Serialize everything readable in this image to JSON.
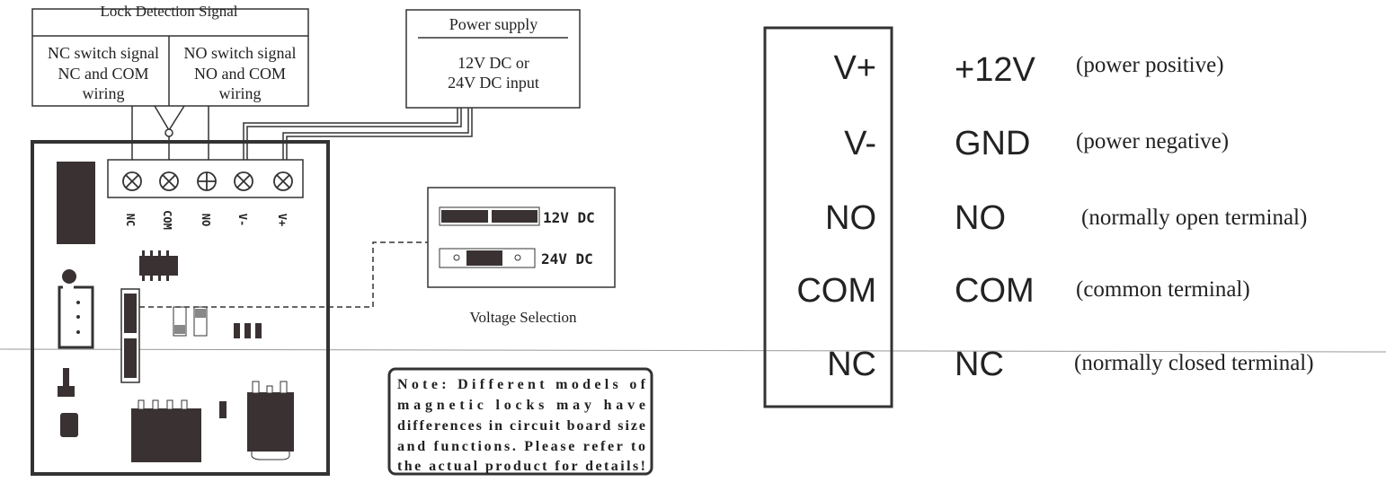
{
  "lock_detection": {
    "title": "Lock Detection Signal",
    "nc_box": [
      "NC switch signal",
      "NC and COM",
      "wiring"
    ],
    "no_box": [
      "NO switch signal",
      "NO and COM",
      "wiring"
    ]
  },
  "power_supply": {
    "title": "Power supply",
    "lines": [
      "12V DC or",
      "24V DC input"
    ]
  },
  "terminals": [
    "NC",
    "COM",
    "NO",
    "V-",
    "V+"
  ],
  "voltage_selection": {
    "options": [
      "12V DC",
      "24V DC"
    ],
    "label": "Voltage Selection"
  },
  "note": {
    "lines": [
      "Note:  Different  models  of",
      "magnetic  locks  may  have",
      "differences in circuit board size",
      "and  functions.  Please  refer  to",
      "the actual product for details!"
    ]
  },
  "terminal_table": [
    {
      "terminal": "V+",
      "signal": "+12V",
      "description": "(power positive)"
    },
    {
      "terminal": "V-",
      "signal": "GND",
      "description": "(power negative)"
    },
    {
      "terminal": "NO",
      "signal": "NO",
      "description": "(normally open terminal)"
    },
    {
      "terminal": "COM",
      "signal": "COM",
      "description": "(common terminal)"
    },
    {
      "terminal": "NC",
      "signal": "NC",
      "description": "(normally closed terminal)"
    }
  ]
}
